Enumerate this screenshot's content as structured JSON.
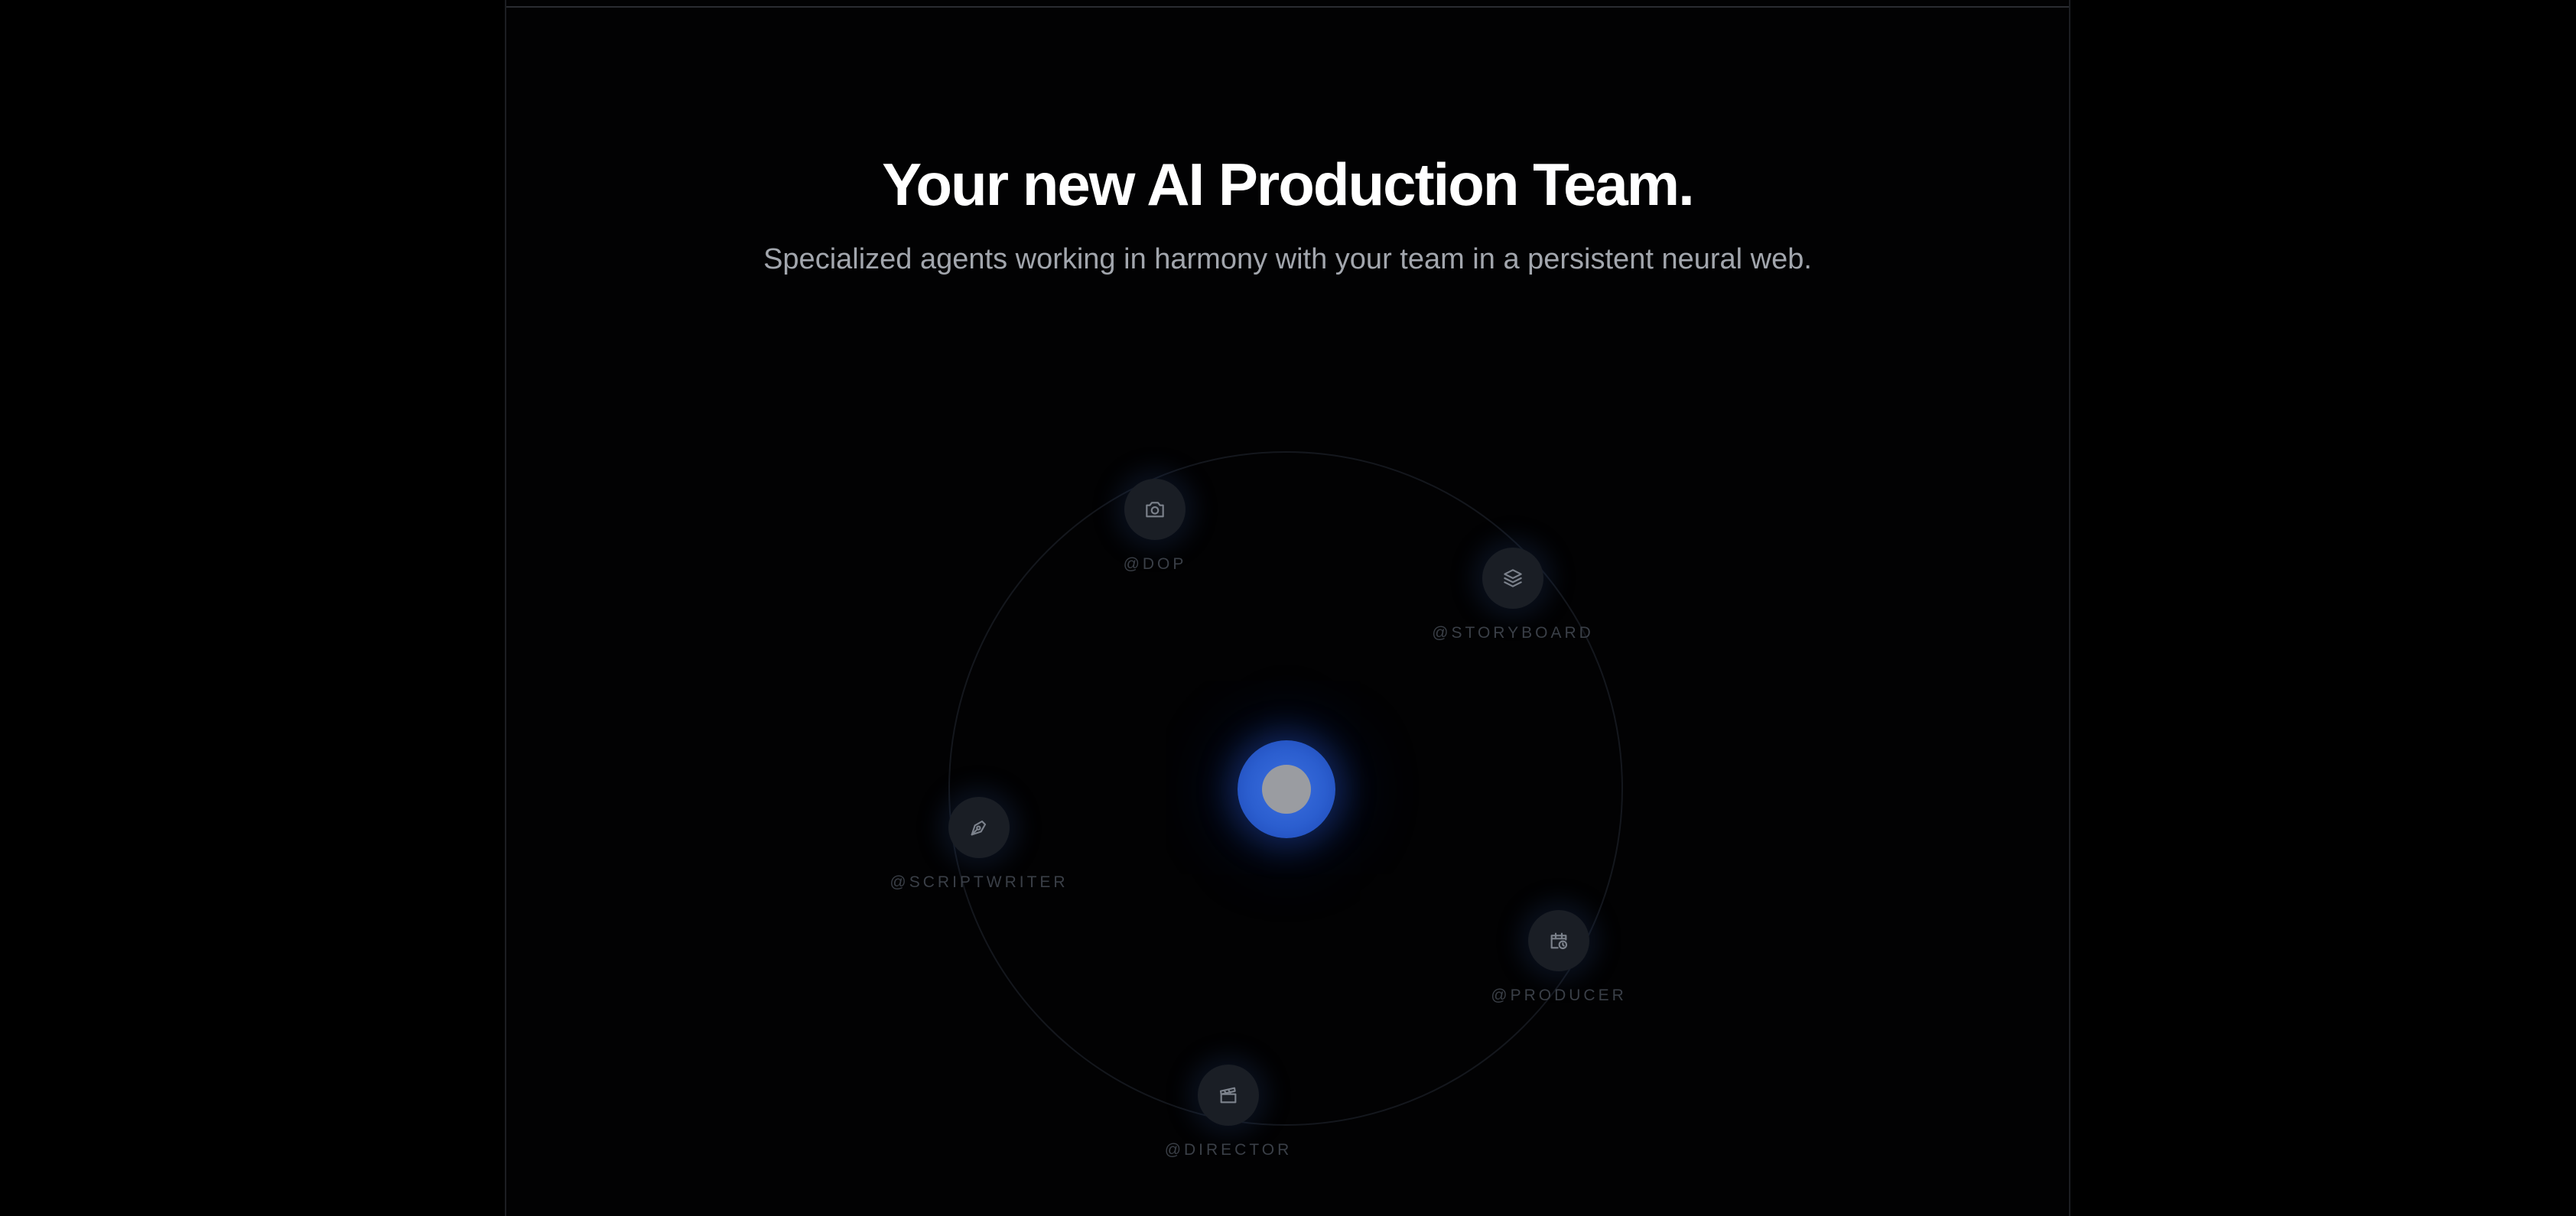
{
  "hero": {
    "title": "Your new AI Production Team.",
    "subtitle": "Specialized agents working in harmony with your team in a persistent neural web."
  },
  "agents": [
    {
      "id": "dop",
      "label": "@DOP",
      "icon": "camera-icon"
    },
    {
      "id": "storyboard",
      "label": "@STORYBOARD",
      "icon": "layers-icon"
    },
    {
      "id": "scriptwriter",
      "label": "@SCRIPTWRITER",
      "icon": "pen-tool-icon"
    },
    {
      "id": "producer",
      "label": "@PRODUCER",
      "icon": "calendar-clock-icon"
    },
    {
      "id": "director",
      "label": "@DIRECTOR",
      "icon": "clapperboard-icon"
    }
  ],
  "colors": {
    "background": "#000000",
    "hub_blue": "#2b5ecf",
    "node": "#1a1e25",
    "label": "#3a3f47",
    "subtitle": "#a2a6ad"
  }
}
